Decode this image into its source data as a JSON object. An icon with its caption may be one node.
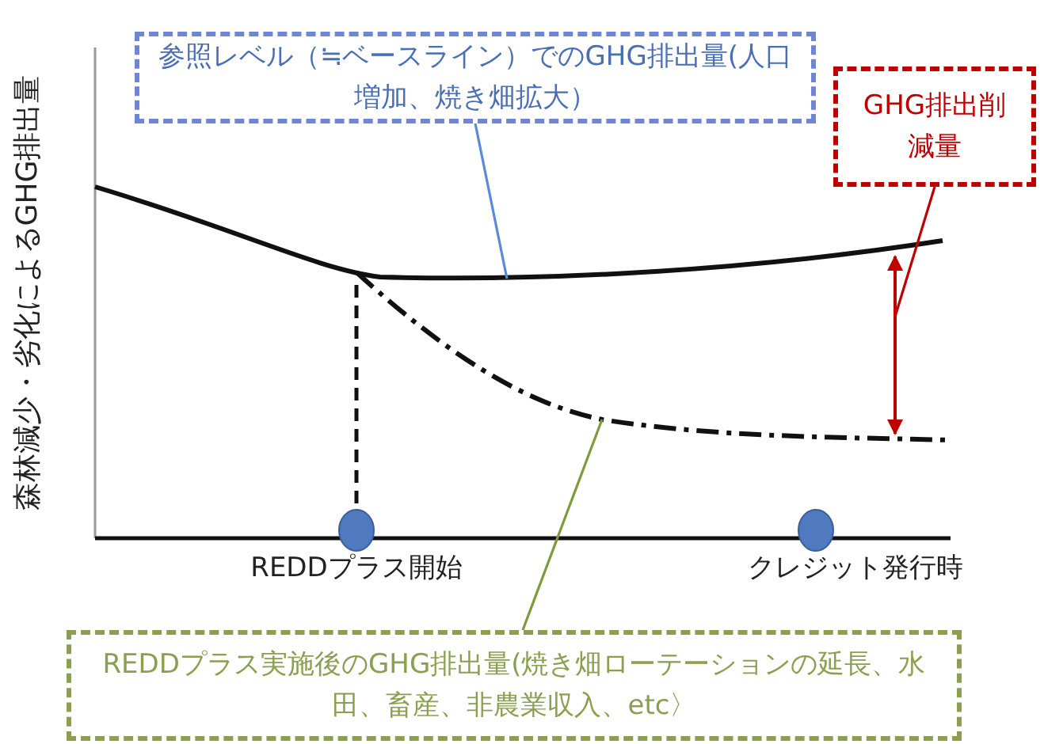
{
  "diagram": {
    "nodes": [
      {
        "text": [
          "参照レベル（≒ベースライン）でのGHG排出量(人口増加、焼き畑拡大）"
        ]
      },
      {
        "text": [
          "GHG排出削減量"
        ]
      },
      {
        "text": [],
        "shape": "curve"
      },
      {
        "text": [],
        "shape": "arrow"
      },
      {
        "text": [],
        "shape": "curve"
      },
      {
        "text": [
          "REDDプラス実施後のGHG排出量(焼き畑ローテーションの延長、水田、畜産、非農業収入、etc〉"
        ]
      }
    ],
    "edges": [
      {
        "from": 0,
        "to": 2,
        "arrow": "none",
        "color": "#5b8bd6"
      },
      {
        "from": 1,
        "to": 3,
        "arrow": "none",
        "color": "#c00000"
      },
      {
        "from": 5,
        "to": 4,
        "arrow": "none",
        "color": "#7f9a3a"
      }
    ],
    "labels": [
      "森林減少・劣化によるGHG排出量",
      "REDDプラス開始",
      "クレジット発行時"
    ]
  }
}
